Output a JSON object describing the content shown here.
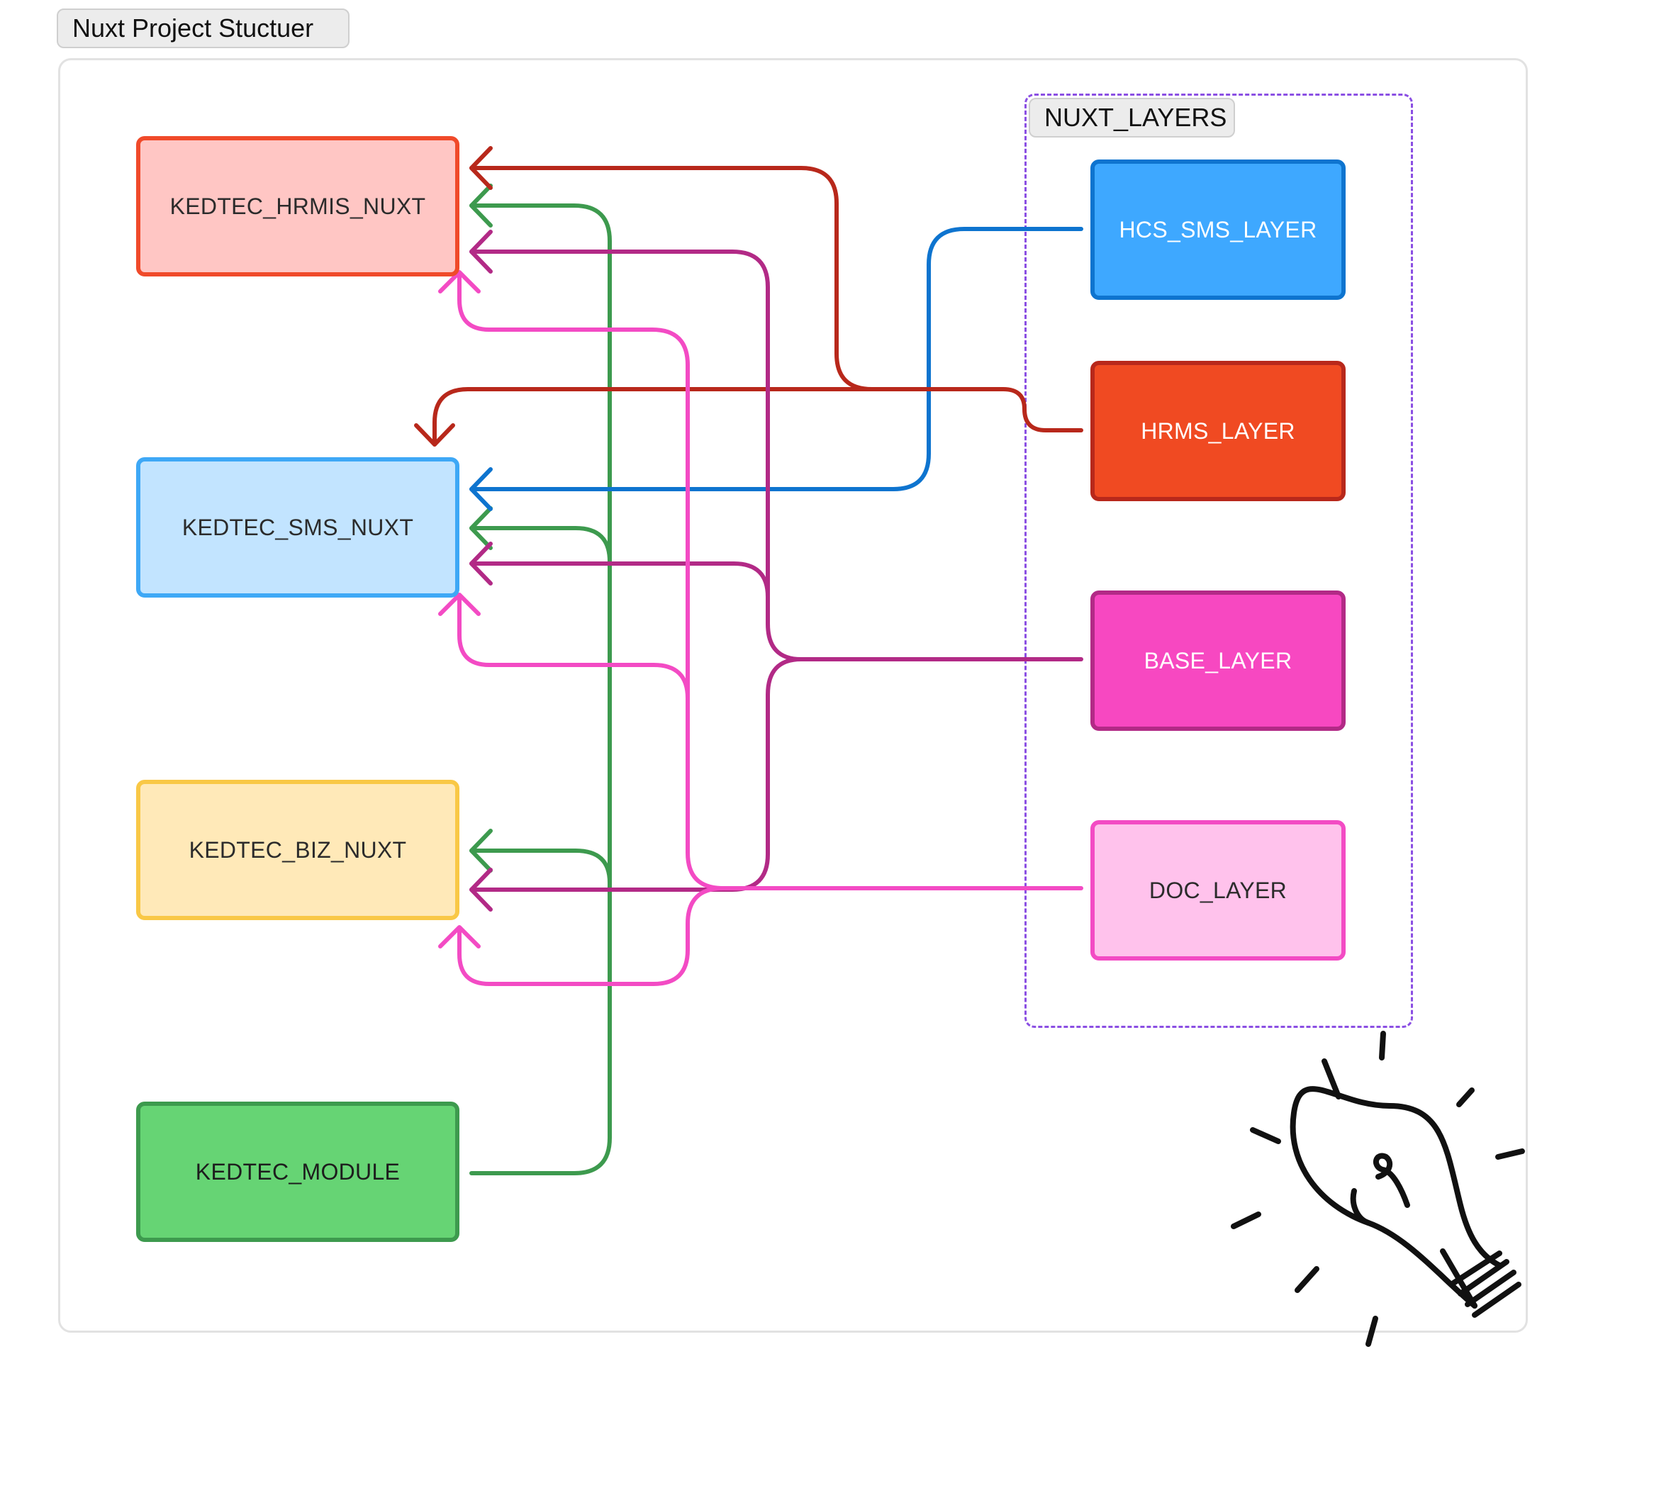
{
  "diagram": {
    "title": "Nuxt Project Stuctuer",
    "group_label": "NUXT_LAYERS",
    "apps": [
      {
        "id": "hrmis",
        "label": "KEDTEC_HRMIS_NUXT",
        "fill": "#ffc6c4",
        "border": "#f04a2a",
        "text": "#2b2b2b"
      },
      {
        "id": "sms",
        "label": "KEDTEC_SMS_NUXT",
        "fill": "#c2e4ff",
        "border": "#3ea8f6",
        "text": "#2b2b2b"
      },
      {
        "id": "biz",
        "label": "KEDTEC_BIZ_NUXT",
        "fill": "#ffe9b8",
        "border": "#f9c846",
        "text": "#2b2b2b"
      },
      {
        "id": "module",
        "label": "KEDTEC_MODULE",
        "fill": "#66d474",
        "border": "#3d9a4e",
        "text": "#1d1d1d"
      }
    ],
    "layers": [
      {
        "id": "hcs",
        "label": "HCS_SMS_LAYER",
        "fill": "#3ea8ff",
        "border": "#0e74cf",
        "text": "#ffffff"
      },
      {
        "id": "hrms",
        "label": "HRMS_LAYER",
        "fill": "#f04a22",
        "border": "#b8281b",
        "text": "#ffffff"
      },
      {
        "id": "base",
        "label": "BASE_LAYER",
        "fill": "#f748c1",
        "border": "#b22a86",
        "text": "#ffffff"
      },
      {
        "id": "doc",
        "label": "DOC_LAYER",
        "fill": "#ffc2ec",
        "border": "#f34bc4",
        "text": "#2b2b2b"
      }
    ],
    "connections": [
      {
        "from": "module",
        "to": [
          "hrmis",
          "sms",
          "biz"
        ],
        "color": "#3d9a4e"
      },
      {
        "from": "hcs",
        "to": [
          "sms"
        ],
        "color": "#0e74cf"
      },
      {
        "from": "hrms",
        "to": [
          "hrmis",
          "sms"
        ],
        "color": "#b8281b"
      },
      {
        "from": "base",
        "to": [
          "hrmis",
          "sms",
          "biz"
        ],
        "color": "#b22a86"
      },
      {
        "from": "doc",
        "to": [
          "hrmis",
          "sms",
          "biz"
        ],
        "color": "#f34bc4"
      }
    ],
    "frame_color": "#e2e2e2",
    "group_border_color": "#8b4fe3",
    "decoration_icon": "lightbulb-icon"
  }
}
